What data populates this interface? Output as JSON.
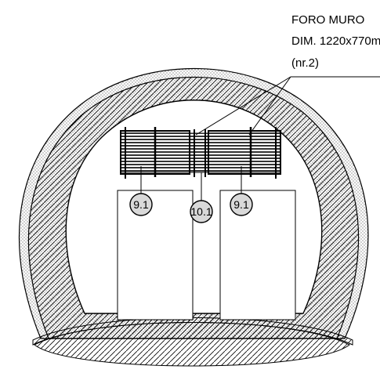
{
  "annotation": {
    "line1": "FORO MURO",
    "line2": "DIM. 1220x770m",
    "line3": "(nr.2)"
  },
  "callouts": [
    {
      "id": "left",
      "label": "9.1"
    },
    {
      "id": "center",
      "label": "10.1"
    },
    {
      "id": "right",
      "label": "9.1"
    }
  ],
  "colors": {
    "line": "#000000",
    "balloon_fill": "#d9d9d9",
    "background": "#ffffff"
  }
}
